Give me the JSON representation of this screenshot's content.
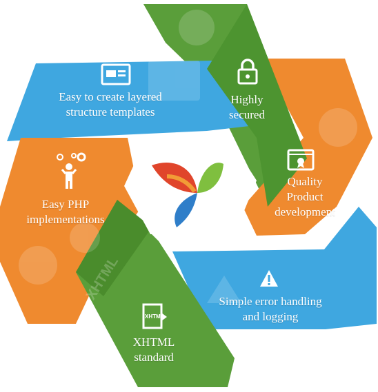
{
  "colors": {
    "green": "#5a9e3a",
    "green_dark": "#3f7f26",
    "blue": "#3fa7e0",
    "blue_dark": "#2b86c2",
    "orange": "#ef8a2f",
    "orange_dark": "#d66f1c",
    "logo_red": "#e0452b",
    "logo_green": "#7fbf3f",
    "logo_blue": "#2f7ec9"
  },
  "features": [
    {
      "label": "Easy to create layered\nstructure templates",
      "icon": "template-window-icon"
    },
    {
      "label": "Highly\nsecured",
      "icon": "padlock-icon"
    },
    {
      "label": "Quality\nProduct\ndevelopment",
      "icon": "certificate-window-icon"
    },
    {
      "label": "Simple error handling\nand logging",
      "icon": "warning-triangle-icon"
    },
    {
      "label": "XHTML\nstandard",
      "icon": "xhtml-document-icon"
    },
    {
      "label": "Easy PHP\nimplementations",
      "icon": "person-gears-icon"
    }
  ],
  "watermarks": {
    "xhtml": "XHTML"
  },
  "center_logo": "yii-logo-icon"
}
